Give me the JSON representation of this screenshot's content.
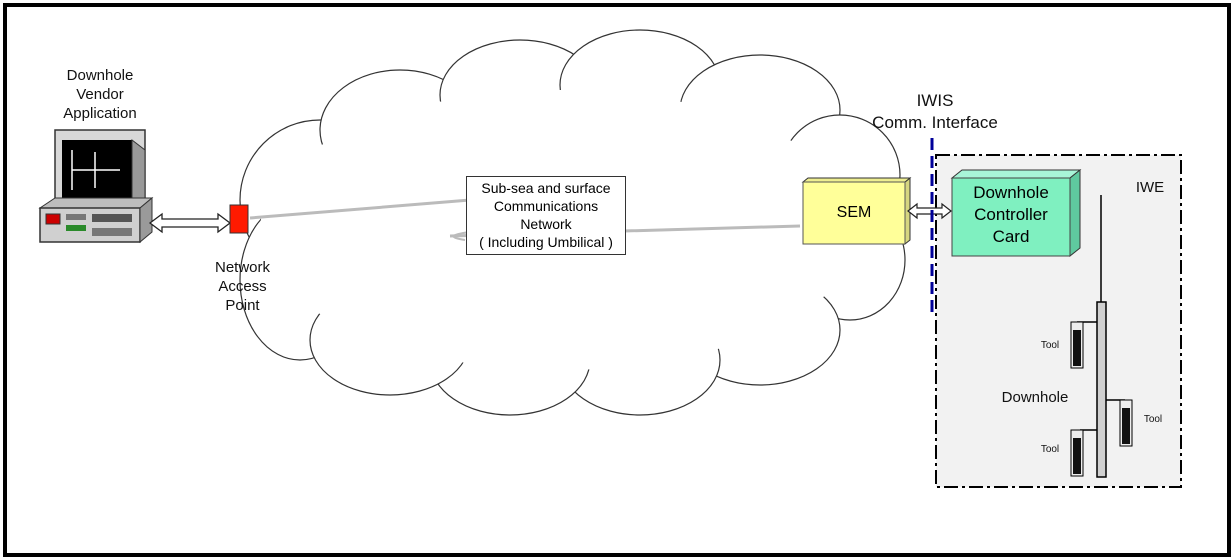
{
  "labels": {
    "app_line1": "Downhole",
    "app_line2": "Vendor",
    "app_line3": "Application",
    "nap_line1": "Network",
    "nap_line2": "Access",
    "nap_line3": "Point",
    "cloud_line1": "Sub-sea and surface",
    "cloud_line2": "Communications",
    "cloud_line3": "Network",
    "cloud_line4": "( Including Umbilical )",
    "sem": "SEM",
    "iwis_line1": "IWIS",
    "iwis_line2": "Comm. Interface",
    "iwe": "IWE",
    "dcc_line1": "Downhole",
    "dcc_line2": "Controller",
    "dcc_line3": "Card",
    "downhole": "Downhole",
    "tool_1": "Tool",
    "tool_2": "Tool",
    "tool_3": "Tool"
  },
  "colors": {
    "access_point": "#ff1a00",
    "sem_box": "#ffff99",
    "controller_card": "#7ff0c0",
    "iwe_region": "#f2f2f2",
    "interface_line": "#000099"
  }
}
